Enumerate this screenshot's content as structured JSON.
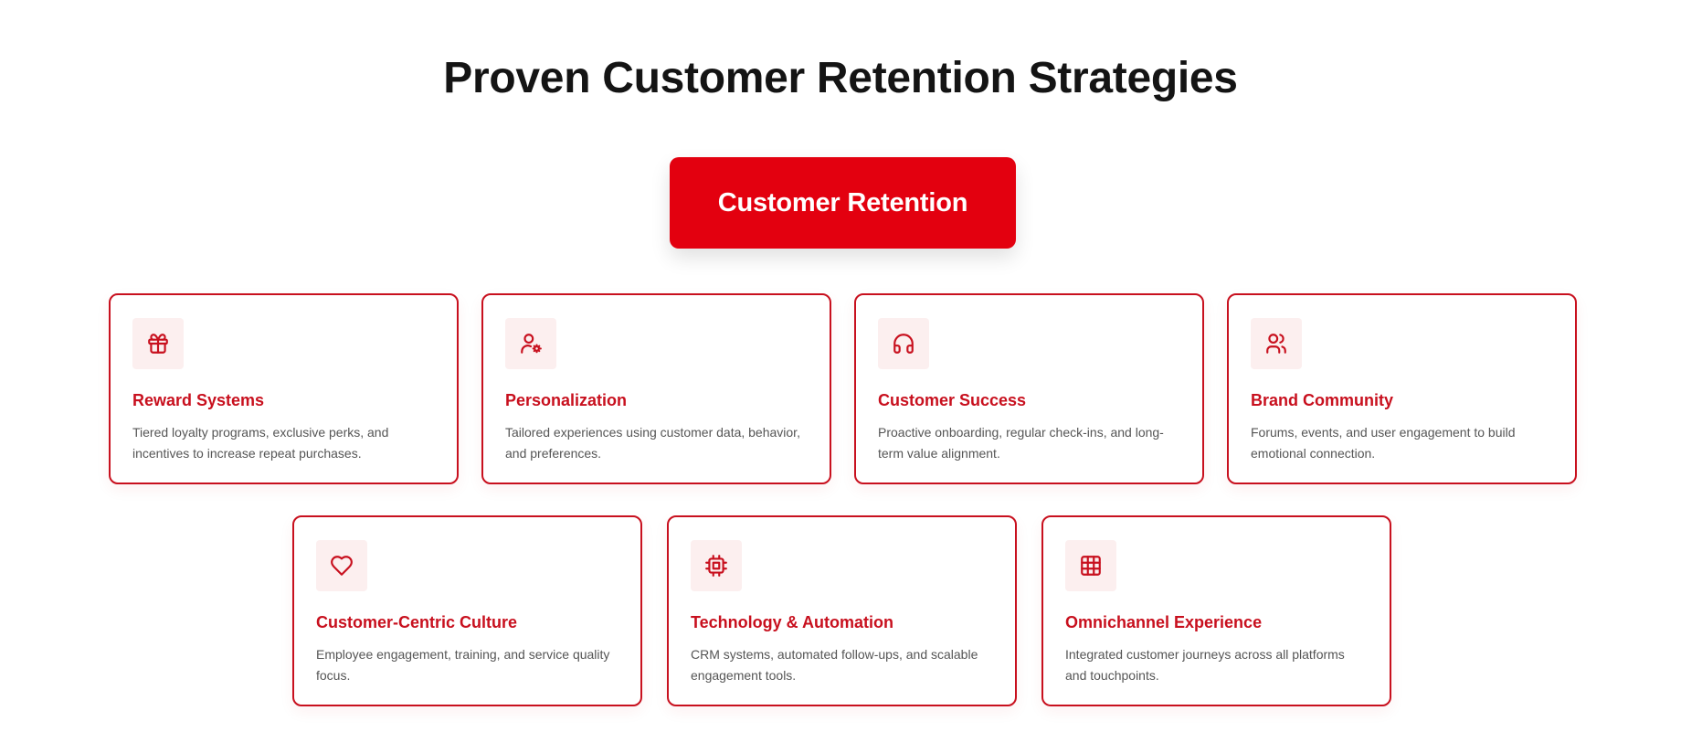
{
  "header": {
    "title": "Proven Customer Retention Strategies"
  },
  "central_node": {
    "label": "Customer Retention",
    "color": "#e3000f"
  },
  "theme": {
    "accent": "#c8101e",
    "icon_bg": "#fcefef",
    "text": "#555555"
  },
  "strategies": [
    {
      "icon": "gift-icon",
      "title": "Reward Systems",
      "description": "Tiered loyalty programs, exclusive perks, and incentives to increase repeat purchases."
    },
    {
      "icon": "user-settings-icon",
      "title": "Personalization",
      "description": "Tailored experiences using customer data, behavior, and preferences."
    },
    {
      "icon": "headphones-icon",
      "title": "Customer Success",
      "description": "Proactive onboarding, regular check-ins, and long-term value alignment."
    },
    {
      "icon": "users-icon",
      "title": "Brand Community",
      "description": "Forums, events, and user engagement to build emotional connection."
    },
    {
      "icon": "heart-icon",
      "title": "Customer-Centric Culture",
      "description": "Employee engagement, training, and service quality focus."
    },
    {
      "icon": "cpu-chip-icon",
      "title": "Technology & Automation",
      "description": "CRM systems, automated follow-ups, and scalable engagement tools."
    },
    {
      "icon": "grid-icon",
      "title": "Omnichannel Experience",
      "description": "Integrated customer journeys across all platforms and touchpoints."
    }
  ]
}
